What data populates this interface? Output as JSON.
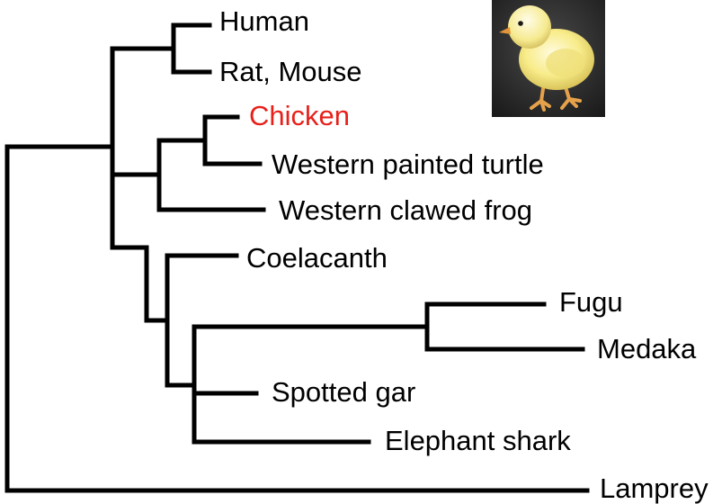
{
  "taxa": {
    "human": "Human",
    "rat_mouse": "Rat, Mouse",
    "chicken": "Chicken",
    "turtle": "Western painted turtle",
    "frog": "Western clawed frog",
    "coelacanth": "Coelacanth",
    "fugu": "Fugu",
    "medaka": "Medaka",
    "spotted_gar": "Spotted gar",
    "elephant_shark": "Elephant shark",
    "lamprey": "Lamprey"
  },
  "colors": {
    "branch": "#000000",
    "label": "#000000",
    "highlight": "#e8201a"
  },
  "highlighted_taxon": "chicken",
  "photo": {
    "subject": "yellow chick",
    "background": "#2a2a2a"
  }
}
